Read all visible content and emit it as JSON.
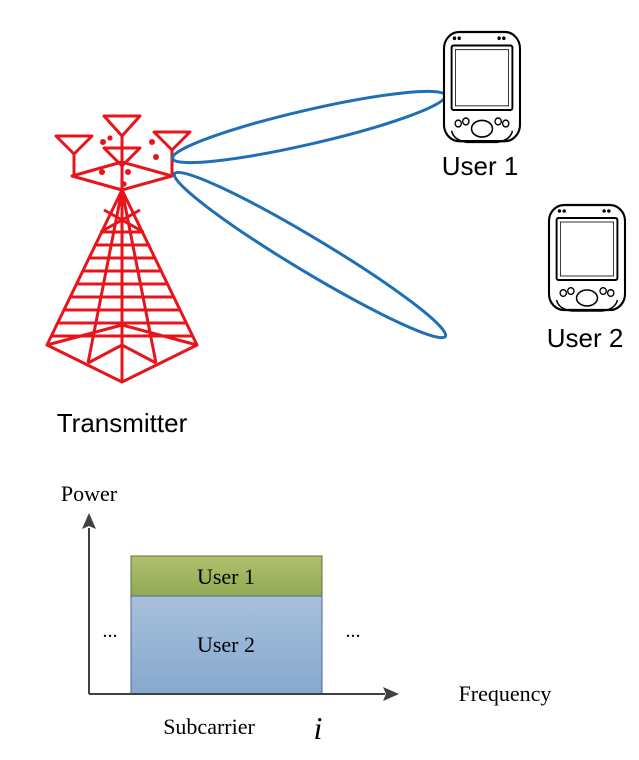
{
  "labels": {
    "user1": "User 1",
    "user2": "User 2",
    "transmitter": "Transmitter"
  },
  "plot": {
    "y_axis_label": "Power",
    "x_axis_label": "Frequency",
    "subcarrier_label": "Subcarrier",
    "subcarrier_index": "i",
    "ellipsis_left": "...",
    "ellipsis_right": "...",
    "block_top_label": "User 1",
    "block_bottom_label": "User 2"
  },
  "colors": {
    "tower": "#e8141c",
    "beam": "#1f6fb5",
    "user1_block": "#9bb05a",
    "user2_block": "#8fb0d2",
    "axis": "#404040"
  }
}
